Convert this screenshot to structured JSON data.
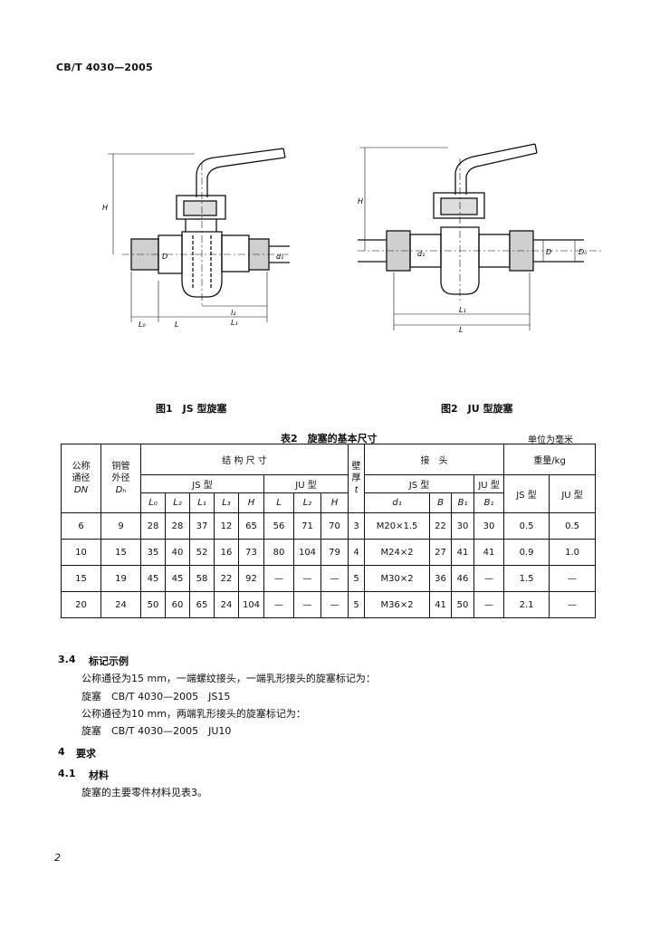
{
  "header": {
    "std_no": "CB/T 4030—2005"
  },
  "figures": {
    "fig1_caption": "图1　JS 型旋塞",
    "fig2_caption": "图2　JU 型旋塞",
    "fig1_labels": {
      "H": "H",
      "D": "D",
      "d1": "d₁",
      "L0": "L₀",
      "L": "L",
      "L1": "L₁",
      "L2": "L₂",
      "La": "l₂"
    },
    "fig2_labels": {
      "H": "H",
      "d1": "d₁",
      "D": "D",
      "Dn": "Dₙ",
      "L1": "L₁",
      "L": "L"
    }
  },
  "table": {
    "title": "表2　旋塞的基本尺寸",
    "unit": "单位为毫米",
    "header": {
      "dn": [
        "公称",
        "通径",
        "DN"
      ],
      "dh": [
        "铜管",
        "外径",
        "Dₕ"
      ],
      "structure": "结 构 尺 寸",
      "js_type": "JS 型",
      "ju_type": "JU 型",
      "wall": [
        "壁",
        "厚",
        "t"
      ],
      "joint": "接　头",
      "joint_js": "JS 型",
      "joint_ju": "JU 型",
      "weight": "重量/kg",
      "w_js": "JS 型",
      "w_ju": "JU 型",
      "sub": [
        "L₀",
        "L₂",
        "L₁",
        "L₃",
        "H",
        "L",
        "L₂",
        "H",
        "d₁",
        "B",
        "B₁",
        "B₁"
      ]
    },
    "rows": [
      [
        "6",
        "9",
        "28",
        "28",
        "37",
        "12",
        "65",
        "56",
        "71",
        "70",
        "3",
        "M20×1.5",
        "22",
        "30",
        "30",
        "0.5",
        "0.5"
      ],
      [
        "10",
        "15",
        "35",
        "40",
        "52",
        "16",
        "73",
        "80",
        "104",
        "79",
        "4",
        "M24×2",
        "27",
        "41",
        "41",
        "0.9",
        "1.0"
      ],
      [
        "15",
        "19",
        "45",
        "45",
        "58",
        "22",
        "92",
        "—",
        "—",
        "—",
        "5",
        "M30×2",
        "36",
        "46",
        "—",
        "1.5",
        "—"
      ],
      [
        "20",
        "24",
        "50",
        "60",
        "65",
        "24",
        "104",
        "—",
        "—",
        "—",
        "5",
        "M36×2",
        "41",
        "50",
        "—",
        "2.1",
        "—"
      ]
    ]
  },
  "text": {
    "s34_num": "3.4",
    "s34_title": "标记示例",
    "line1": "公称通径为15 mm，一端螺纹接头，一端乳形接头的旋塞标记为：",
    "line2": "旋塞　CB/T 4030—2005　JS15",
    "line3": "公称通径为10 mm，两端乳形接头的旋塞标记为：",
    "line4": "旋塞　CB/T 4030—2005　JU10",
    "s4_num": "4",
    "s4_title": "要求",
    "s41_num": "4.1",
    "s41_title": "材料",
    "line5": "旋塞的主要零件材料见表3。"
  },
  "page_number": "2"
}
